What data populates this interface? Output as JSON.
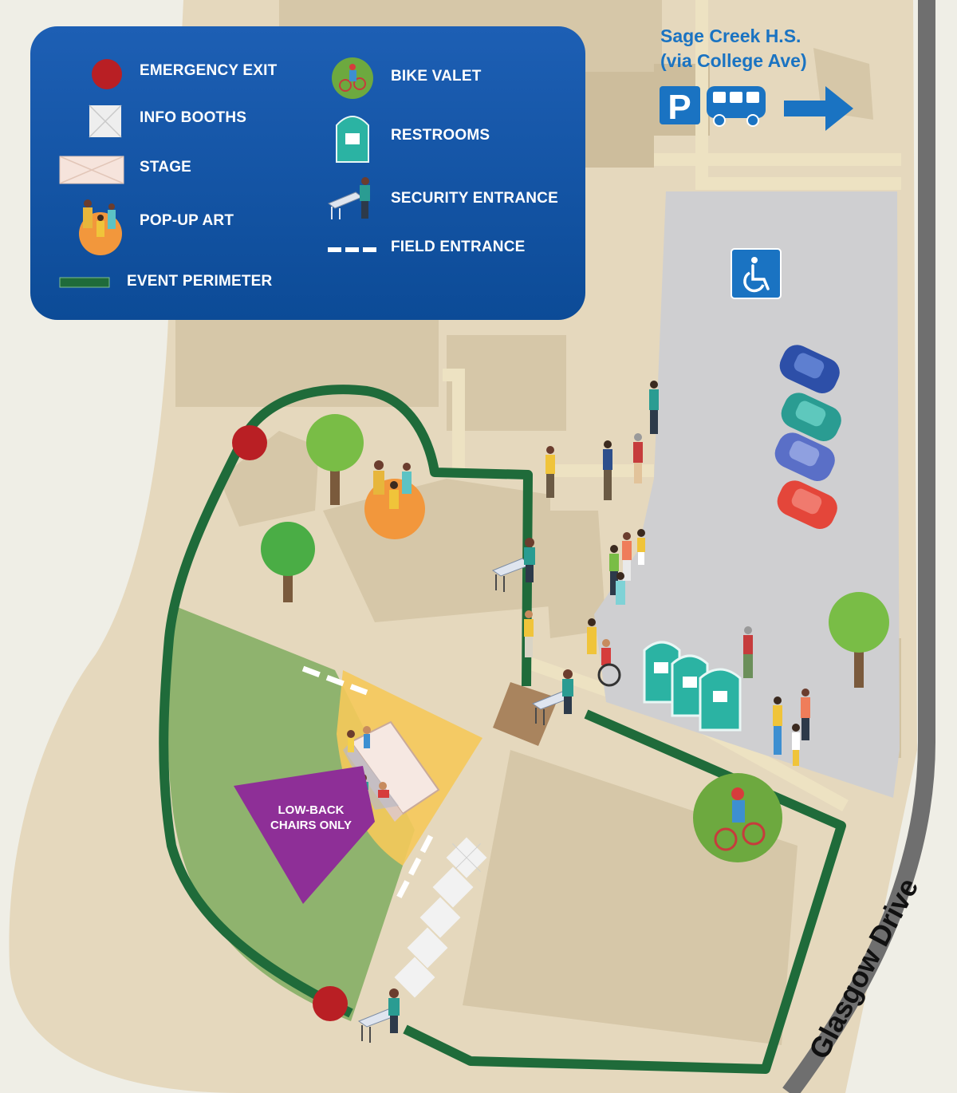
{
  "legend": {
    "emergency_exit": "EMERGENCY EXIT",
    "info_booths": "INFO BOOTHS",
    "stage": "STAGE",
    "pop_up_art": "POP-UP ART",
    "event_perimeter": "EVENT PERIMETER",
    "bike_valet": "BIKE VALET",
    "restrooms": "RESTROOMS",
    "security_entrance": "SECURITY ENTRANCE",
    "field_entrance": "FIELD ENTRANCE"
  },
  "destination": {
    "line1": "Sage Creek H.S.",
    "line2": "(via College Ave)"
  },
  "map": {
    "zone_label_line1": "LOW-BACK",
    "zone_label_line2": "CHAIRS ONLY",
    "street_name": "Glasgow Drive"
  },
  "icons": {
    "parking": "P",
    "accessible_parking": "wheelchair-icon",
    "shuttle": "bus-icon",
    "direction": "arrow-right-icon"
  },
  "colors": {
    "legend_bg": "#0e4f9e",
    "perimeter": "#1f6b3a",
    "emergency_exit": "#b91f24",
    "pop_up_art": "#f2973c",
    "bike_valet": "#6da93f",
    "restroom": "#2bb3a3",
    "stage_zone": "#f5c95a",
    "field": "#8fb36e",
    "low_back_zone": "#8e2f97",
    "road": "#707070",
    "parking_lot": "#cfcfd1",
    "accent_blue": "#1a73c2"
  }
}
